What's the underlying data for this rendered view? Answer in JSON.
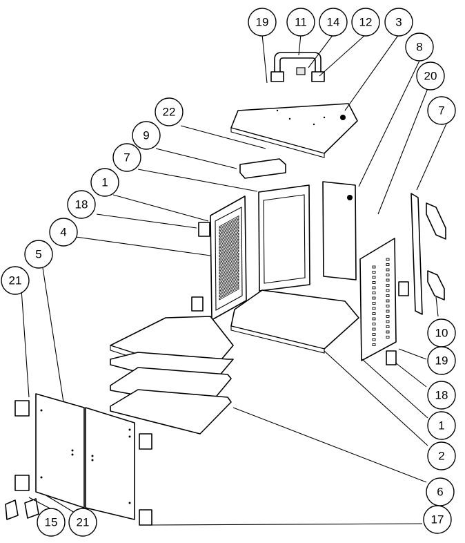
{
  "callouts": [
    {
      "id": "c19-top",
      "label": "19"
    },
    {
      "id": "c11",
      "label": "11"
    },
    {
      "id": "c14",
      "label": "14"
    },
    {
      "id": "c12",
      "label": "12"
    },
    {
      "id": "c3",
      "label": "3"
    },
    {
      "id": "c8",
      "label": "8"
    },
    {
      "id": "c20",
      "label": "20"
    },
    {
      "id": "c22",
      "label": "22"
    },
    {
      "id": "c7-right",
      "label": "7"
    },
    {
      "id": "c9",
      "label": "9"
    },
    {
      "id": "c7-left",
      "label": "7"
    },
    {
      "id": "c1-left",
      "label": "1"
    },
    {
      "id": "c18-left",
      "label": "18"
    },
    {
      "id": "c4",
      "label": "4"
    },
    {
      "id": "c5",
      "label": "5"
    },
    {
      "id": "c21-top",
      "label": "21"
    },
    {
      "id": "c10",
      "label": "10"
    },
    {
      "id": "c19-right",
      "label": "19"
    },
    {
      "id": "c18-right",
      "label": "18"
    },
    {
      "id": "c1-right",
      "label": "1"
    },
    {
      "id": "c2",
      "label": "2"
    },
    {
      "id": "c6",
      "label": "6"
    },
    {
      "id": "c17",
      "label": "17"
    },
    {
      "id": "c15",
      "label": "15"
    },
    {
      "id": "c21-bottom",
      "label": "21"
    }
  ]
}
